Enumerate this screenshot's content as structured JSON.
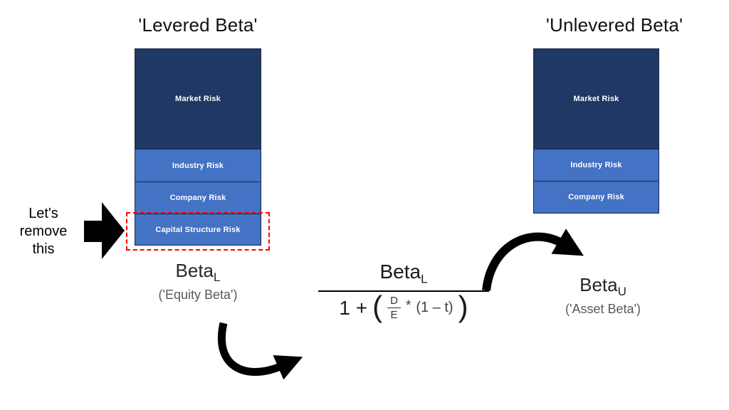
{
  "left_chart": {
    "title": "'Levered Beta'",
    "segments": [
      {
        "label": "Market Risk",
        "color": "#203864"
      },
      {
        "label": "Industry Risk",
        "color": "#4472C4"
      },
      {
        "label": "Company Risk",
        "color": "#4472C4"
      },
      {
        "label": "Capital Structure Risk",
        "color": "#4472C4",
        "highlighted": true
      }
    ],
    "beta": {
      "base": "Beta",
      "sub": "L"
    },
    "alias": "('Equity Beta')"
  },
  "right_chart": {
    "title": "'Unlevered Beta'",
    "segments": [
      {
        "label": "Market Risk",
        "color": "#203864"
      },
      {
        "label": "Industry Risk",
        "color": "#4472C4"
      },
      {
        "label": "Company Risk",
        "color": "#4472C4"
      }
    ],
    "beta": {
      "base": "Beta",
      "sub": "U"
    },
    "alias": "('Asset Beta')"
  },
  "annotation": {
    "text": "Let's remove this"
  },
  "formula": {
    "numerator": {
      "base": "Beta",
      "sub": "L"
    },
    "denominator": {
      "prefix": "1 +",
      "open_paren": "(",
      "frac_top": "D",
      "frac_bottom": "E",
      "operator": "*",
      "tail": "(1 – t)",
      "close_paren": ")"
    }
  },
  "colors": {
    "dark_blue": "#203864",
    "medium_blue": "#4472C4",
    "highlight_red": "#FF0000",
    "muted_text": "#595959",
    "arrow_black": "#000000"
  }
}
